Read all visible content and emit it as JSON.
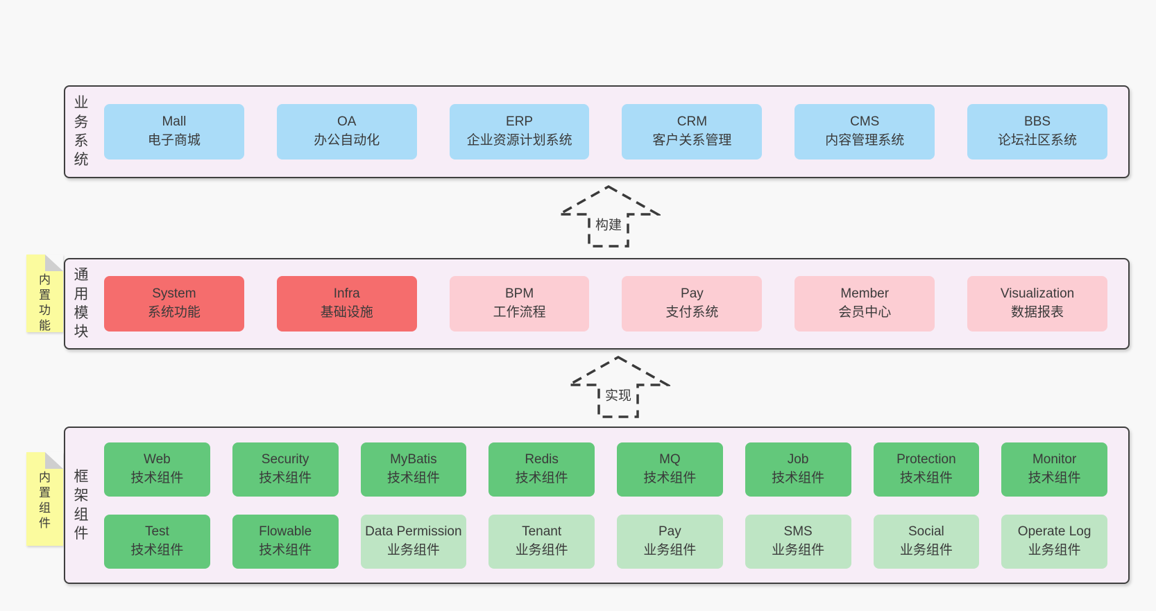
{
  "colors": {
    "page_bg": "#f8f8f8",
    "section_bg": "#f7edf7",
    "section_border": "#3f3f3f",
    "blue": "#aadcf8",
    "red": "#f56d6d",
    "pink": "#fccdd3",
    "green": "#63c87b",
    "lightgreen": "#bee5c4",
    "sticky_yellow": "#fbfb9e",
    "sticky_fold": "#cfcfcf",
    "arrow": "#3a3a3a",
    "text": "#3a3a3a"
  },
  "sections": [
    {
      "id": "business",
      "label": "业务系统",
      "rows": [
        {
          "boxes": [
            {
              "en": "Mall",
              "zh": "电子商城",
              "style": "blue"
            },
            {
              "en": "OA",
              "zh": "办公自动化",
              "style": "blue"
            },
            {
              "en": "ERP",
              "zh": "企业资源计划系统",
              "style": "blue"
            },
            {
              "en": "CRM",
              "zh": "客户关系管理",
              "style": "blue"
            },
            {
              "en": "CMS",
              "zh": "内容管理系统",
              "style": "blue"
            },
            {
              "en": "BBS",
              "zh": "论坛社区系统",
              "style": "blue"
            }
          ]
        }
      ]
    },
    {
      "id": "modules",
      "label": "通用模块",
      "sticky": "内置功能",
      "rows": [
        {
          "boxes": [
            {
              "en": "System",
              "zh": "系统功能",
              "style": "red"
            },
            {
              "en": "Infra",
              "zh": "基础设施",
              "style": "red"
            },
            {
              "en": "BPM",
              "zh": "工作流程",
              "style": "pink"
            },
            {
              "en": "Pay",
              "zh": "支付系统",
              "style": "pink"
            },
            {
              "en": "Member",
              "zh": "会员中心",
              "style": "pink"
            },
            {
              "en": "Visualization",
              "zh": "数据报表",
              "style": "pink"
            }
          ]
        }
      ]
    },
    {
      "id": "framework",
      "label": "框架组件",
      "sticky": "内置组件",
      "rows": [
        {
          "boxes": [
            {
              "en": "Web",
              "zh": "技术组件",
              "style": "green"
            },
            {
              "en": "Security",
              "zh": "技术组件",
              "style": "green"
            },
            {
              "en": "MyBatis",
              "zh": "技术组件",
              "style": "green"
            },
            {
              "en": "Redis",
              "zh": "技术组件",
              "style": "green"
            },
            {
              "en": "MQ",
              "zh": "技术组件",
              "style": "green"
            },
            {
              "en": "Job",
              "zh": "技术组件",
              "style": "green"
            },
            {
              "en": "Protection",
              "zh": "技术组件",
              "style": "green"
            },
            {
              "en": "Monitor",
              "zh": "技术组件",
              "style": "green"
            }
          ]
        },
        {
          "boxes": [
            {
              "en": "Test",
              "zh": "技术组件",
              "style": "green"
            },
            {
              "en": "Flowable",
              "zh": "技术组件",
              "style": "green"
            },
            {
              "en": "Data Permission",
              "zh": "业务组件",
              "style": "lightgreen"
            },
            {
              "en": "Tenant",
              "zh": "业务组件",
              "style": "lightgreen"
            },
            {
              "en": "Pay",
              "zh": "业务组件",
              "style": "lightgreen"
            },
            {
              "en": "SMS",
              "zh": "业务组件",
              "style": "lightgreen"
            },
            {
              "en": "Social",
              "zh": "业务组件",
              "style": "lightgreen"
            },
            {
              "en": "Operate Log",
              "zh": "业务组件",
              "style": "lightgreen"
            }
          ]
        }
      ]
    }
  ],
  "arrows": [
    {
      "label": "构建",
      "direction": "up"
    },
    {
      "label": "实现",
      "direction": "up"
    }
  ]
}
